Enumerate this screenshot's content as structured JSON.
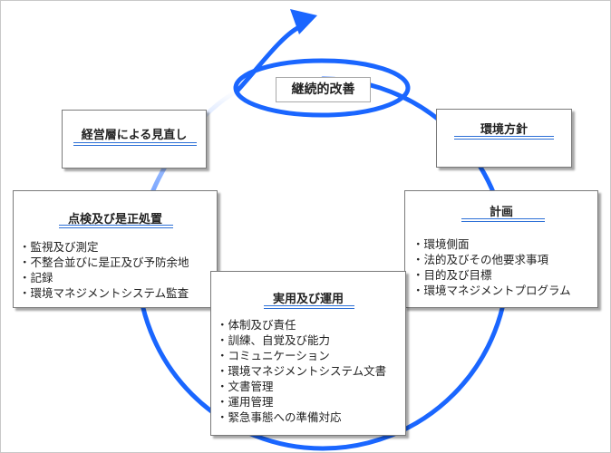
{
  "center_label": "継続的改善",
  "boxes": {
    "management_review": {
      "title": "経営層による見直し"
    },
    "env_policy": {
      "title": "環境方針"
    },
    "planning": {
      "title": "計画",
      "items": [
        "環境側面",
        "法的及びその他要求事項",
        "目的及び目標",
        "環境マネジメントプログラム"
      ]
    },
    "implementation": {
      "title": "実用及び運用",
      "items": [
        "体制及び責任",
        "訓練、自覚及び能力",
        "コミュニケーション",
        "環境マネジメントシステム文書",
        "文書管理",
        "運用管理",
        "緊急事態への準備対応"
      ]
    },
    "checking": {
      "title": "点検及び是正処置",
      "items": [
        "監視及び測定",
        "不整合並びに是正及び予防余地",
        "記録",
        "環境マネジメントシステム監査"
      ]
    }
  },
  "colors": {
    "cycle_blue": "#1a66ff",
    "underline_blue": "#2c6fd6",
    "box_border": "#7a7a7a"
  }
}
